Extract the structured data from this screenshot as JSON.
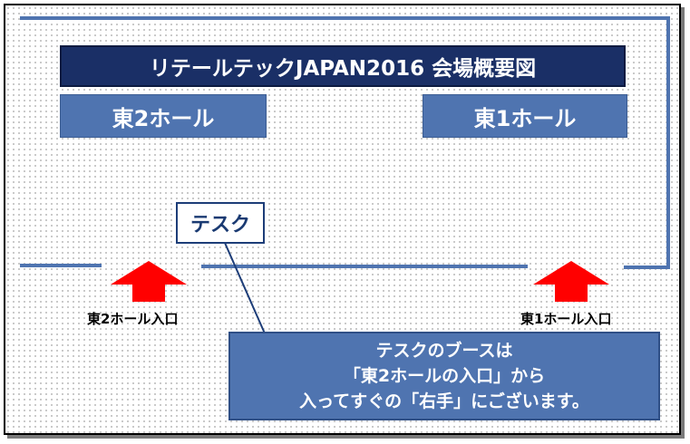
{
  "title": "リテールテックJAPAN2016  会場概要図",
  "halls": {
    "east2": "東2ホール",
    "east1": "東1ホール"
  },
  "desk": "テスク",
  "entrances": {
    "east2": "東2ホール入口",
    "east1": "東1ホール入口"
  },
  "notice": {
    "line1": "テスクのブースは",
    "line2": "「東2ホールの入口」から",
    "line3": "入ってすぐの「右手」にございます。"
  },
  "colors": {
    "title_bg": "#1a2f66",
    "hall_bg": "#4f74b0",
    "wall": "#4f74b0",
    "arrow": "#ff0000",
    "desk_text": "#1a3a72"
  },
  "icons": [
    "up-arrow-icon",
    "up-arrow-icon"
  ]
}
